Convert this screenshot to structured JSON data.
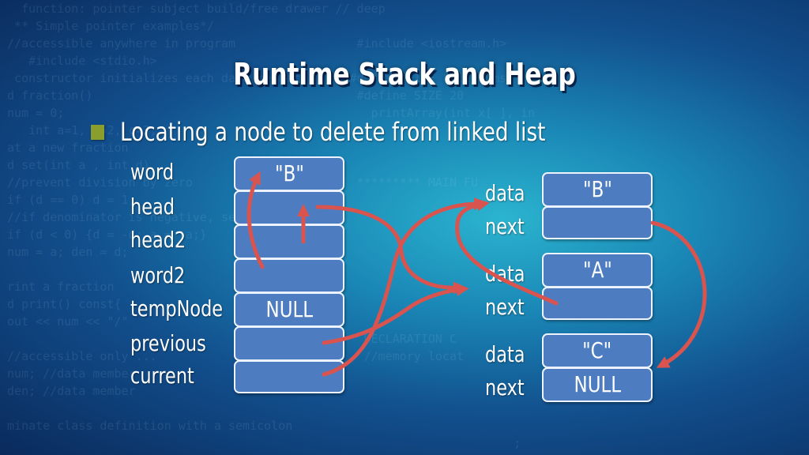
{
  "title": "Runtime Stack and Heap",
  "bullet": "Locating a node to delete from linked list",
  "stack": {
    "labels": [
      "word",
      "head",
      "head2",
      "word2",
      "tempNode",
      "previous",
      "current"
    ],
    "values": [
      "\"B\"",
      "",
      "",
      "",
      "NULL",
      "",
      ""
    ]
  },
  "heap": {
    "nodes": [
      {
        "data_label": "data",
        "next_label": "next",
        "data": "\"B\"",
        "next": ""
      },
      {
        "data_label": "data",
        "next_label": "next",
        "data": "\"A\"",
        "next": ""
      },
      {
        "data_label": "data",
        "next_label": "next",
        "data": "\"C\"",
        "next": "NULL"
      }
    ]
  },
  "colors": {
    "arrow": "#d9534f",
    "cell": "#4d7dc0",
    "bullet": "#8a9e2e"
  }
}
